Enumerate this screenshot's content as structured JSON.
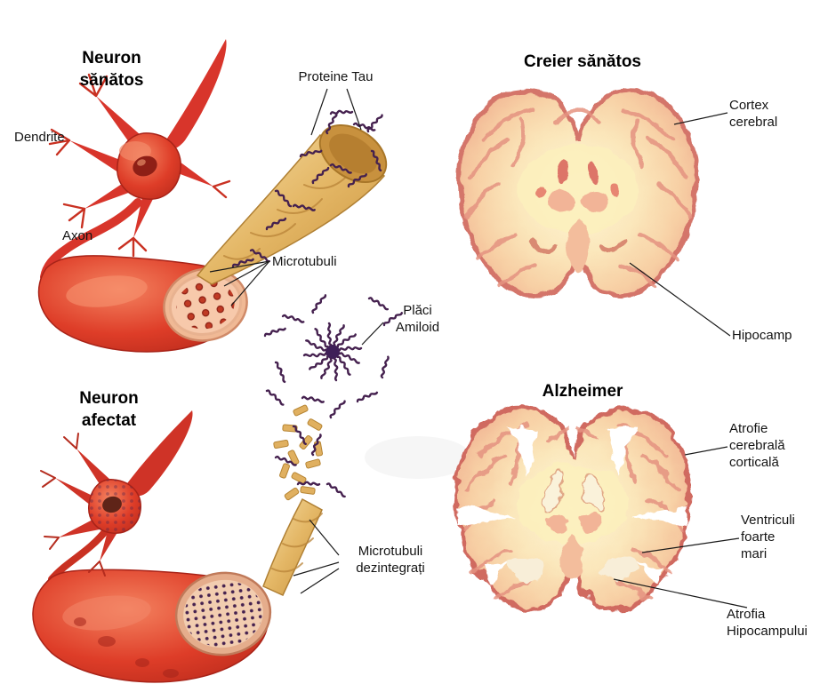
{
  "diagram": {
    "topic": "Alzheimer disease neuron and brain comparison",
    "language": "Romanian"
  },
  "sections": {
    "healthy_neuron": {
      "title": "Neuron\nsănătos",
      "labels": {
        "dendrite": "Dendrite",
        "axon": "Axon",
        "proteine_tau": "Proteine Tau",
        "microtubuli": "Microtubuli"
      }
    },
    "affected_neuron": {
      "title": "Neuron\nafectat",
      "labels": {
        "placi_amiloid": "Plăci\nAmiloid",
        "microtubuli_dezintegrati": "Microtubuli\ndezintegrați"
      }
    },
    "healthy_brain": {
      "title": "Creier sănătos",
      "labels": {
        "cortex_cerebral": "Cortex\ncerebral",
        "hipocamp": "Hipocamp"
      }
    },
    "alzheimer_brain": {
      "title": "Alzheimer",
      "labels": {
        "atrofie_cerebrala_corticala": "Atrofie\ncerebrală\ncorticală",
        "ventriculi_foarte_mari": "Ventriculi\nfoarte\nmari",
        "atrofia_hipocampului": "Atrofia\nHipocampului"
      }
    }
  },
  "colors": {
    "neuron_red": "#de3d28",
    "neuron_dark_red": "#8c2014",
    "axon_cut_pink": "#f7c9ab",
    "microtubule_gold": "#e4b766",
    "tau_amyloid_purple": "#45214f",
    "brain_outline": "#d4756a",
    "brain_cream": "#fdf7d8",
    "label_text": "#141414",
    "background": "#ffffff"
  }
}
